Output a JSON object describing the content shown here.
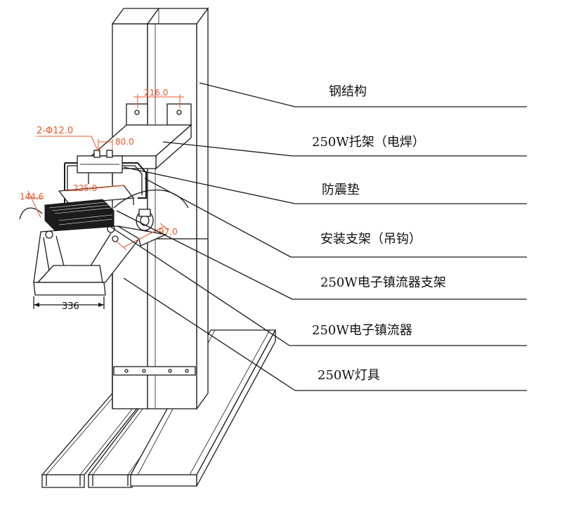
{
  "labels": [
    {
      "id": "steel-structure",
      "text": "钢结构"
    },
    {
      "id": "bracket-welded",
      "text": "250W托架（电焊）"
    },
    {
      "id": "anti-vibration-pad",
      "text": "防震垫"
    },
    {
      "id": "mounting-bracket",
      "text": "安装支架（吊钩）"
    },
    {
      "id": "ballast-bracket",
      "text": "250W电子镇流器支架"
    },
    {
      "id": "ballast",
      "text": "250W电子镇流器"
    },
    {
      "id": "lamp",
      "text": "250W灯具"
    }
  ],
  "dimensions": {
    "bracket_width": "216.0",
    "hole_spec": "2-Φ12.0",
    "hole_spacing": "80.0",
    "ballast_length": "225.0",
    "ballast_height": "144.6",
    "bracket_depth": "97.0",
    "lamp_width": "336"
  },
  "colors": {
    "line": "#1a1a1a",
    "dimension": "#e8572a",
    "ballast_fill": "#1c1c1c",
    "background": "#ffffff"
  }
}
